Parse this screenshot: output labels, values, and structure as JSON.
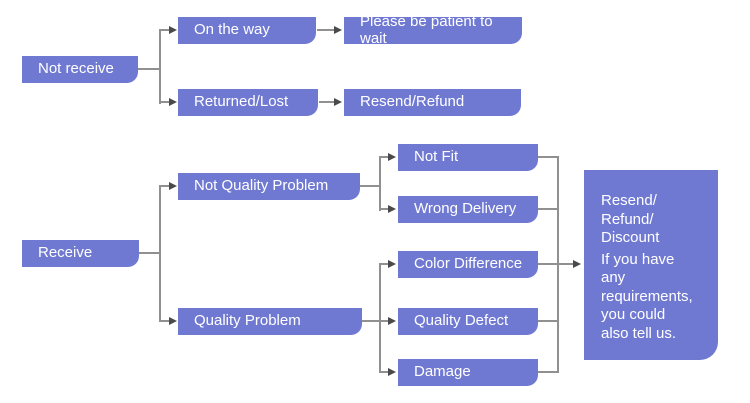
{
  "diagram": {
    "type": "flowchart",
    "colors": {
      "node_fill": "#7079d2",
      "node_text": "#ffffff",
      "connector_line": "#909090",
      "arrowhead": "#4a4a4a",
      "background": "#ffffff"
    },
    "nodes": {
      "not_receive": {
        "label": "Not receive"
      },
      "on_the_way": {
        "label": "On the way"
      },
      "please_wait": {
        "label": "Please be patient to wait"
      },
      "returned_lost": {
        "label": "Returned/Lost"
      },
      "resend_refund": {
        "label": "Resend/Refund"
      },
      "receive": {
        "label": "Receive"
      },
      "not_quality_problem": {
        "label": "Not Quality Problem"
      },
      "quality_problem": {
        "label": "Quality Problem"
      },
      "not_fit": {
        "label": "Not Fit"
      },
      "wrong_delivery": {
        "label": "Wrong Delivery"
      },
      "color_difference": {
        "label": "Color Difference"
      },
      "quality_defect": {
        "label": "Quality Defect"
      },
      "damage": {
        "label": "Damage"
      },
      "outcome": {
        "title": "Resend/\nRefund/\nDiscount",
        "note": "If you have\nany\nrequirements,\nyou could\nalso tell us."
      }
    },
    "edges": [
      {
        "from": "Not receive",
        "to": "On the way"
      },
      {
        "from": "Not receive",
        "to": "Returned/Lost"
      },
      {
        "from": "On the way",
        "to": "Please be patient to wait"
      },
      {
        "from": "Returned/Lost",
        "to": "Resend/Refund"
      },
      {
        "from": "Receive",
        "to": "Not Quality Problem"
      },
      {
        "from": "Receive",
        "to": "Quality Problem"
      },
      {
        "from": "Not Quality Problem",
        "to": "Not Fit"
      },
      {
        "from": "Not Quality Problem",
        "to": "Wrong Delivery"
      },
      {
        "from": "Quality Problem",
        "to": "Color Difference"
      },
      {
        "from": "Quality Problem",
        "to": "Quality Defect"
      },
      {
        "from": "Quality Problem",
        "to": "Damage"
      },
      {
        "from": "Not Fit",
        "to": "Resend/Refund/Discount"
      },
      {
        "from": "Wrong Delivery",
        "to": "Resend/Refund/Discount"
      },
      {
        "from": "Color Difference",
        "to": "Resend/Refund/Discount"
      },
      {
        "from": "Quality Defect",
        "to": "Resend/Refund/Discount"
      },
      {
        "from": "Damage",
        "to": "Resend/Refund/Discount"
      }
    ]
  }
}
